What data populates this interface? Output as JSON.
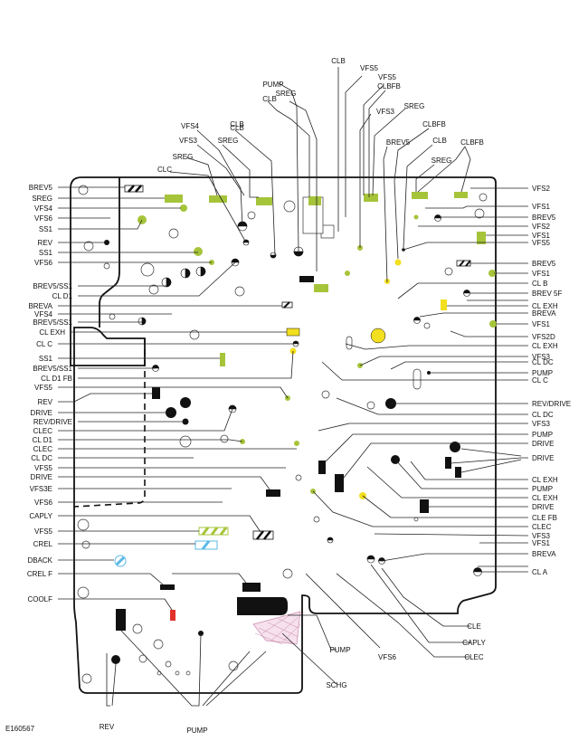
{
  "figure_id": "E160567",
  "colors": {
    "line": "#222222",
    "outline": "#111111",
    "green": "#a6c43a",
    "yellow": "#f2df1f",
    "red": "#e0312b",
    "blue": "#59b9e6",
    "pink": "#e8b7d3",
    "black": "#111111"
  },
  "labels_left": [
    "BREV5",
    "SREG",
    "VFS4",
    "VFS6",
    "SS1",
    "REV",
    "SS1",
    "VFS6",
    "BREV5/SS1",
    "CL D1",
    "BREVA",
    "VFS4",
    "BREV5/SS1",
    "CL EXH",
    "CL C",
    "SS1",
    "BREV5/SS1",
    "CL D1 FB",
    "VFS5",
    "REV",
    "DRIVE",
    "REV/DRIVE",
    "CLEC",
    "CL D1",
    "CLEC",
    "CL DC",
    "VFS5",
    "DRIVE",
    "VFS3E",
    "VFS6",
    "CAPLY",
    "VFS5",
    "CREL",
    "DBACK",
    "CREL F",
    "COOLF"
  ],
  "labels_right": [
    "VFS2",
    "VFS1",
    "BREV5",
    "VFS2",
    "VFS1",
    "VFS5",
    "BREV5",
    "VFS1",
    "CL B",
    "BREV 5F",
    "CL EXH",
    "BREVA",
    "VFS1",
    "VFS2D",
    "CL EXH",
    "VFS3",
    "CL DC",
    "PUMP",
    "CL C",
    "REV/DRIVE",
    "CL DC",
    "VFS3",
    "PUMP",
    "DRIVE",
    "DRIVE",
    "CL EXH",
    "PUMP",
    "CL EXH",
    "DRIVE",
    "CLE FB",
    "CLEC",
    "VFS3",
    "VFS1",
    "BREVA",
    "CL A"
  ],
  "labels_top": [
    "CLB",
    "VFS5",
    "VFS5",
    "PUMP",
    "SREG",
    "CLBFB",
    "CLB",
    "VFS3",
    "SREG",
    "CLBFB",
    "BREV5",
    "CLB",
    "SREG",
    "CLBFB",
    "CLB",
    "VFS4",
    "CLB",
    "VFS3",
    "SREG",
    "SREG",
    "CLC"
  ],
  "labels_bottom": [
    "CLE",
    "CAPLY",
    "CLEC",
    "PUMP",
    "VFS6",
    "SCHG",
    "REV",
    "PUMP"
  ]
}
